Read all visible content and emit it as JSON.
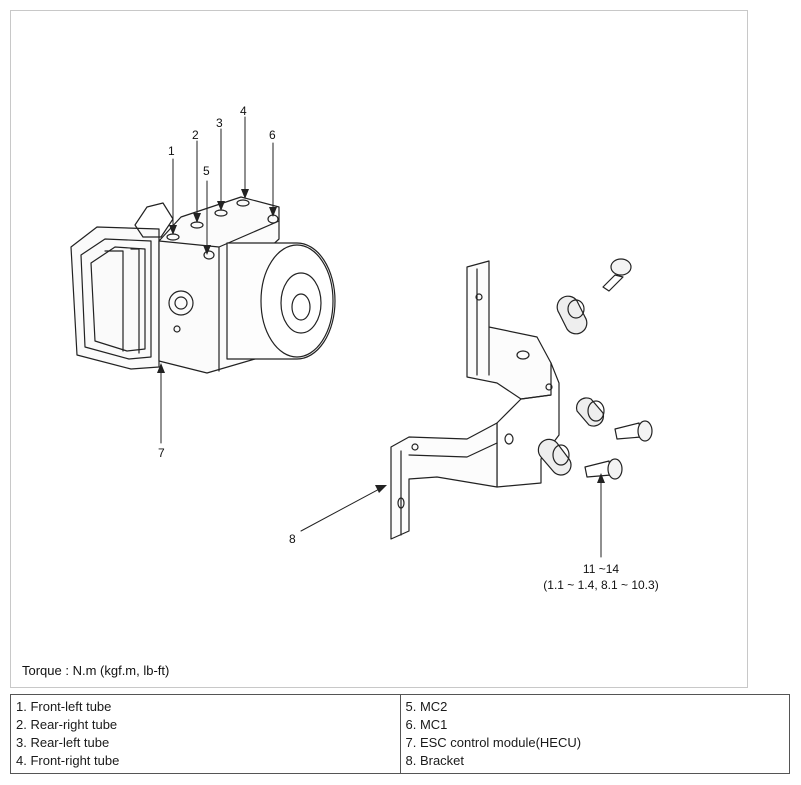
{
  "callouts": {
    "c1": "1",
    "c2": "2",
    "c3": "3",
    "c4": "4",
    "c5": "5",
    "c6": "6",
    "c7": "7",
    "c8": "8"
  },
  "torque_spec": {
    "value": "11 ~14",
    "converted": "(1.1 ~ 1.4, 8.1 ~ 10.3)"
  },
  "torque_note": "Torque : N.m (kgf.m, lb-ft)",
  "legend": {
    "left": [
      "1. Front-left tube",
      "2. Rear-right tube",
      "3. Rear-left tube",
      "4. Front-right tube"
    ],
    "right": [
      "5. MC2",
      "6. MC1",
      "7. ESC control module(HECU)",
      "8. Bracket"
    ]
  }
}
